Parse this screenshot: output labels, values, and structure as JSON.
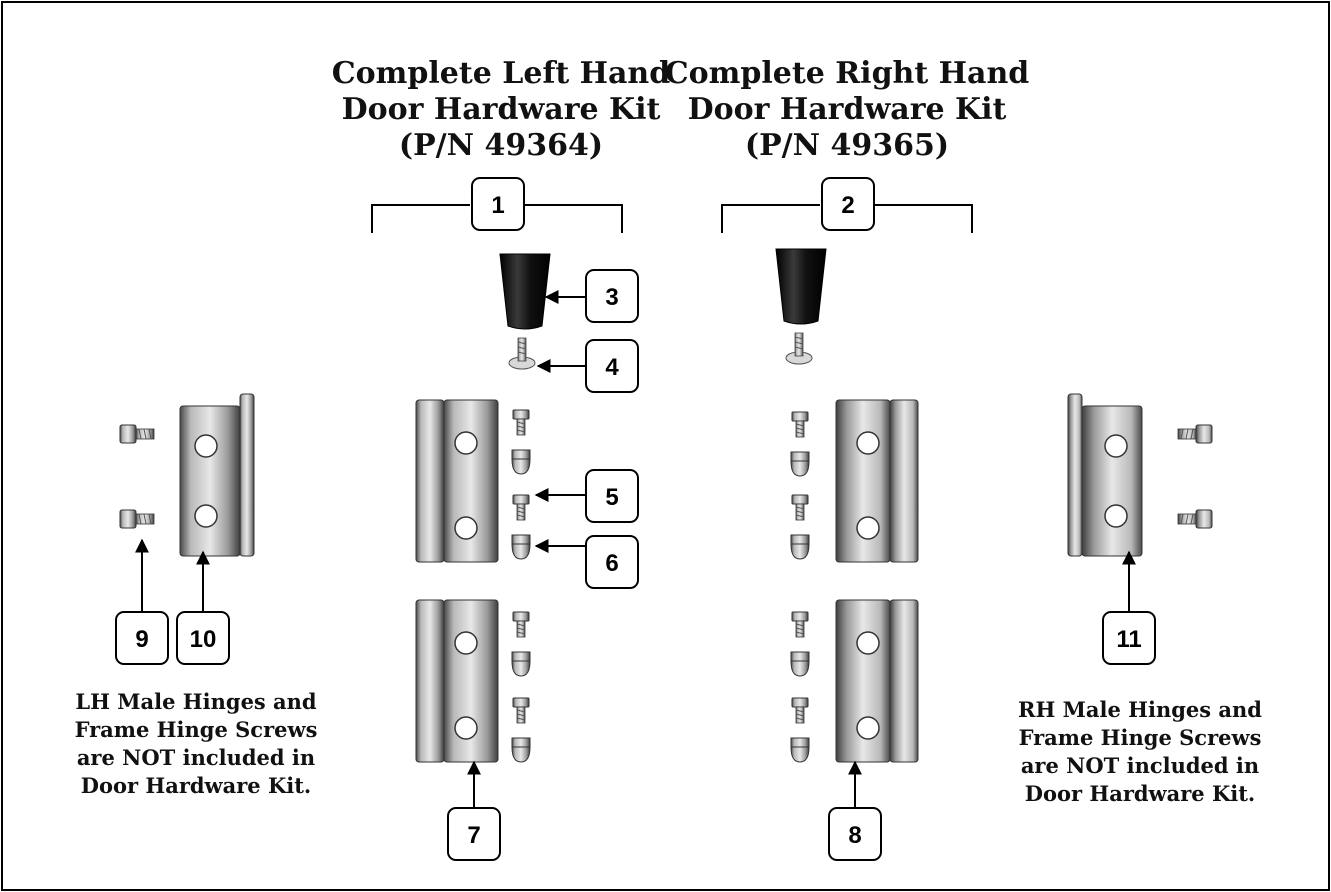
{
  "titles": {
    "left": [
      "Complete Left Hand",
      "Door Hardware Kit",
      "(P/N 49364)"
    ],
    "right": [
      "Complete Right Hand",
      "Door Hardware Kit",
      "(P/N 49365)"
    ]
  },
  "callouts": [
    "1",
    "2",
    "3",
    "4",
    "5",
    "6",
    "7",
    "8",
    "9",
    "10",
    "11"
  ],
  "notes": {
    "left": [
      "LH Male Hinges and",
      "Frame Hinge Screws",
      "are NOT included in",
      "Door Hardware Kit."
    ],
    "right": [
      "RH Male Hinges and",
      "Frame Hinge Screws",
      "are NOT included in",
      "Door Hardware Kit."
    ]
  }
}
